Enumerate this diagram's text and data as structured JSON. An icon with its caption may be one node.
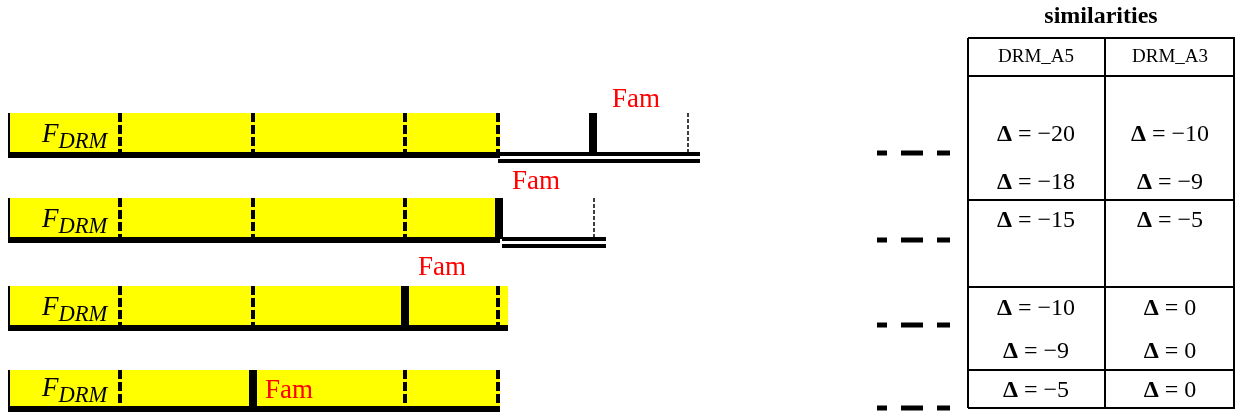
{
  "diagram": {
    "nodes": [
      {
        "text": [
          "F$_{DRM}$"
        ]
      },
      {
        "text": [
          "F$_{DRM}$"
        ],
        "beside": [
          "Fam"
        ]
      },
      {
        "text": [
          "F$_{DRM}$"
        ],
        "beside": [
          "Fam"
        ]
      },
      {
        "text": [
          "F$_{DRM}$",
          "Fam"
        ]
      }
    ],
    "labels": [
      "similarities",
      "DRM_A5",
      "DRM_A3",
      "Fam",
      "**Δ** = −20",
      "**Δ** = −10",
      "**Δ** = −18",
      "**Δ** = −9",
      "**Δ** = −15",
      "**Δ** = −5",
      "**Δ** = −10",
      "**Δ** = 0",
      "**Δ** = −9",
      "**Δ** = 0",
      "**Δ** = −5",
      "**Δ** = 0"
    ]
  }
}
